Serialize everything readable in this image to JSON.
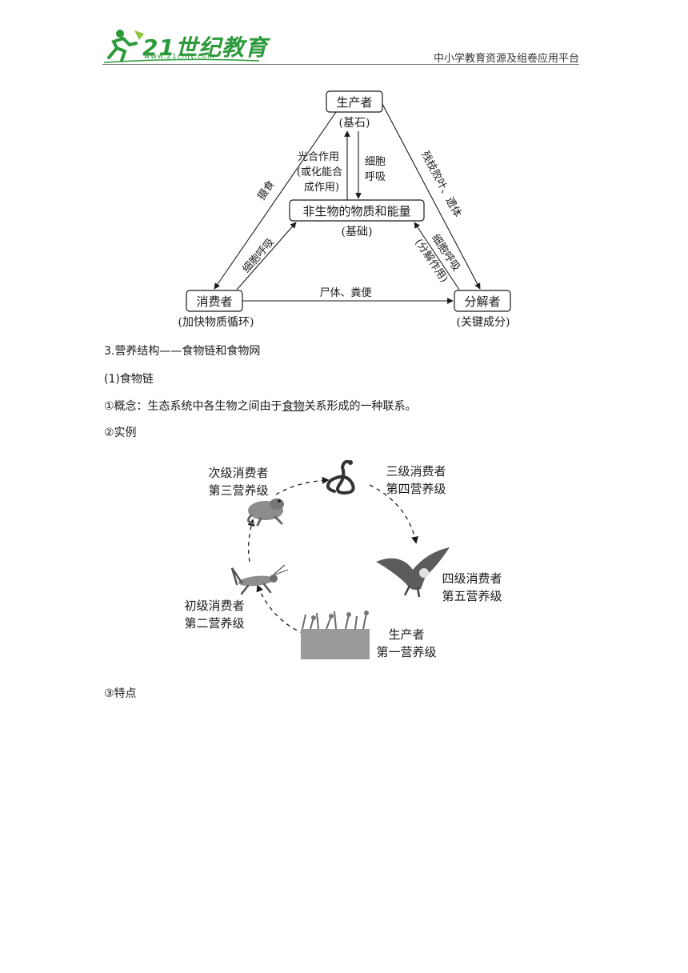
{
  "header": {
    "logo_text": "21世纪教育",
    "logo_url": "www.21cnjy.com",
    "site_name": "中小学教育资源及组卷应用平台"
  },
  "cycle_diagram": {
    "producer": "生产者",
    "producer_note": "(基石)",
    "abiotic": "非生物的物质和能量",
    "abiotic_note": "(基础)",
    "consumer": "消费者",
    "consumer_note": "(加快物质循环)",
    "decomposer": "分解者",
    "decomposer_note": "(关键成分)",
    "photosynthesis": [
      "光合作用",
      "(或化能合",
      "成作用)"
    ],
    "respiration_up": [
      "细胞",
      "呼吸"
    ],
    "ingestion": "摄食",
    "consumer_respiration": "细胞呼吸",
    "litter": "残枝败叶、遗体",
    "decomposer_respiration": [
      "细胞呼吸",
      "(分解作用)"
    ],
    "corpse": "尸体、粪便"
  },
  "section": {
    "title": "3.营养结构——食物链和食物网",
    "subtitle": "(1)食物链",
    "concept_prefix": "①概念：生态系统中各生物之间由于",
    "concept_underlined": "食物",
    "concept_suffix": "关系形成的一种联系。",
    "example_label": "②实例",
    "feature_label": "③特点"
  },
  "food_chain": {
    "secondary": [
      "次级消费者",
      "第三营养级"
    ],
    "tertiary": [
      "三级消费者",
      "第四营养级"
    ],
    "quaternary": [
      "四级消费者",
      "第五营养级"
    ],
    "primary": [
      "初级消费者",
      "第二营养级"
    ],
    "producer": [
      "生产者",
      "第一营养级"
    ]
  }
}
